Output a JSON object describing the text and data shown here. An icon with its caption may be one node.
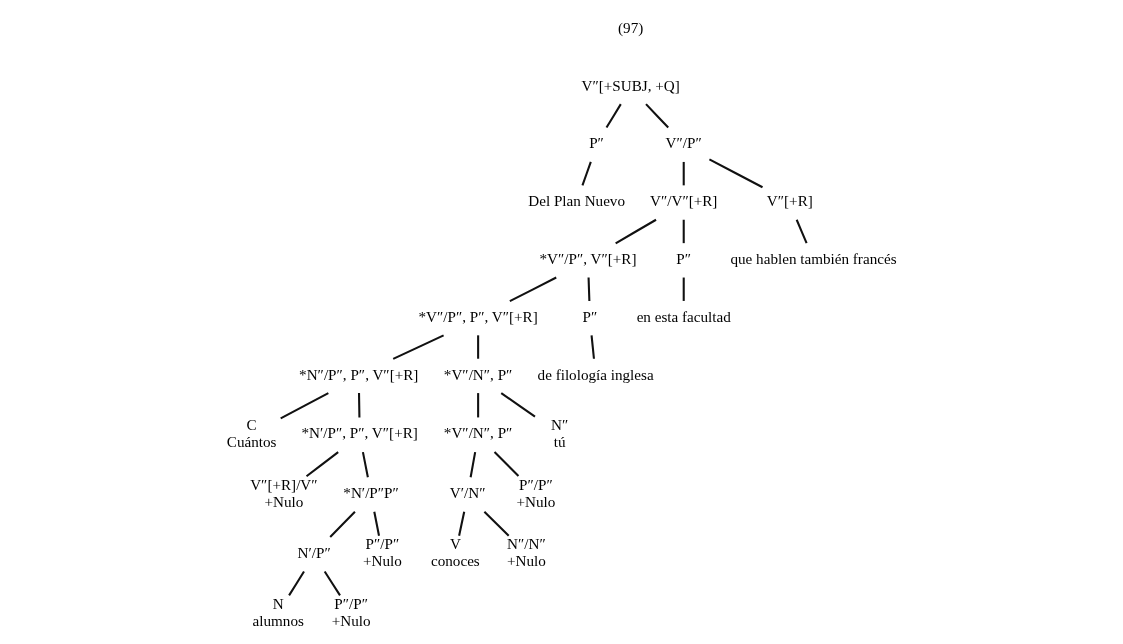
{
  "diagram": {
    "nodes": [
      {
        "text": [
          "V″[+SUBJ, +Q]"
        ]
      },
      {
        "text": [
          "P″"
        ]
      },
      {
        "text": [
          "Del Plan Nuevo"
        ]
      },
      {
        "text": [
          "V″/P″"
        ]
      },
      {
        "text": [
          "V″/V″[+R]"
        ]
      },
      {
        "text": [
          "V″[+R]"
        ]
      },
      {
        "text": [
          "que hablen también francés"
        ]
      },
      {
        "text": [
          "*V″/P″, V″[+R]"
        ]
      },
      {
        "text": [
          "P″"
        ]
      },
      {
        "text": [
          "en esta facultad"
        ]
      },
      {
        "text": [
          "*V″/P″, P″, V″[+R]"
        ]
      },
      {
        "text": [
          "P″"
        ]
      },
      {
        "text": [
          "de filología inglesa"
        ]
      },
      {
        "text": [
          "*N″/P″, P″, V″[+R]"
        ]
      },
      {
        "text": [
          "*V″/N″, P″"
        ]
      },
      {
        "text": [
          "C",
          "Cuántos"
        ]
      },
      {
        "text": [
          "*N′/P″, P″, V″[+R]"
        ]
      },
      {
        "text": [
          "V″[+R]/V″",
          "+Nulo"
        ]
      },
      {
        "text": [
          "*N′/P″P″"
        ]
      },
      {
        "text": [
          "N′/P″"
        ]
      },
      {
        "text": [
          "P″/P″",
          "+Nulo"
        ]
      },
      {
        "text": [
          "N",
          "alumnos"
        ]
      },
      {
        "text": [
          "P″/P″",
          "+Nulo"
        ]
      },
      {
        "text": [
          "*V″/N″, P″"
        ]
      },
      {
        "text": [
          "N″",
          "tú"
        ]
      },
      {
        "text": [
          "V′/N″"
        ]
      },
      {
        "text": [
          "P″/P″",
          "+Nulo"
        ]
      },
      {
        "text": [
          "V",
          "conoces"
        ]
      },
      {
        "text": [
          "N″/N″",
          "+Nulo"
        ]
      }
    ],
    "edges": [
      {
        "from": 0,
        "to": 1,
        "arrow": "none"
      },
      {
        "from": 0,
        "to": 3,
        "arrow": "none"
      },
      {
        "from": 1,
        "to": 2,
        "arrow": "none"
      },
      {
        "from": 3,
        "to": 4,
        "arrow": "none"
      },
      {
        "from": 3,
        "to": 5,
        "arrow": "none"
      },
      {
        "from": 5,
        "to": 6,
        "arrow": "none"
      },
      {
        "from": 4,
        "to": 7,
        "arrow": "none"
      },
      {
        "from": 4,
        "to": 8,
        "arrow": "none"
      },
      {
        "from": 8,
        "to": 9,
        "arrow": "none"
      },
      {
        "from": 7,
        "to": 10,
        "arrow": "none"
      },
      {
        "from": 7,
        "to": 11,
        "arrow": "none"
      },
      {
        "from": 11,
        "to": 12,
        "arrow": "none"
      },
      {
        "from": 10,
        "to": 13,
        "arrow": "none"
      },
      {
        "from": 10,
        "to": 14,
        "arrow": "none"
      },
      {
        "from": 13,
        "to": 15,
        "arrow": "none"
      },
      {
        "from": 13,
        "to": 16,
        "arrow": "none"
      },
      {
        "from": 16,
        "to": 18,
        "arrow": "none"
      },
      {
        "from": 16,
        "to": 17,
        "arrow": "none"
      },
      {
        "from": 18,
        "to": 19,
        "arrow": "none"
      },
      {
        "from": 18,
        "to": 20,
        "arrow": "none"
      },
      {
        "from": 19,
        "to": 21,
        "arrow": "none"
      },
      {
        "from": 19,
        "to": 22,
        "arrow": "none"
      },
      {
        "from": 14,
        "to": 23,
        "arrow": "none"
      },
      {
        "from": 14,
        "to": 24,
        "arrow": "none"
      },
      {
        "from": 23,
        "to": 25,
        "arrow": "none"
      },
      {
        "from": 23,
        "to": 26,
        "arrow": "none"
      },
      {
        "from": 25,
        "to": 27,
        "arrow": "none"
      },
      {
        "from": 25,
        "to": 28,
        "arrow": "none"
      }
    ],
    "labels": [
      "(97)"
    ]
  }
}
